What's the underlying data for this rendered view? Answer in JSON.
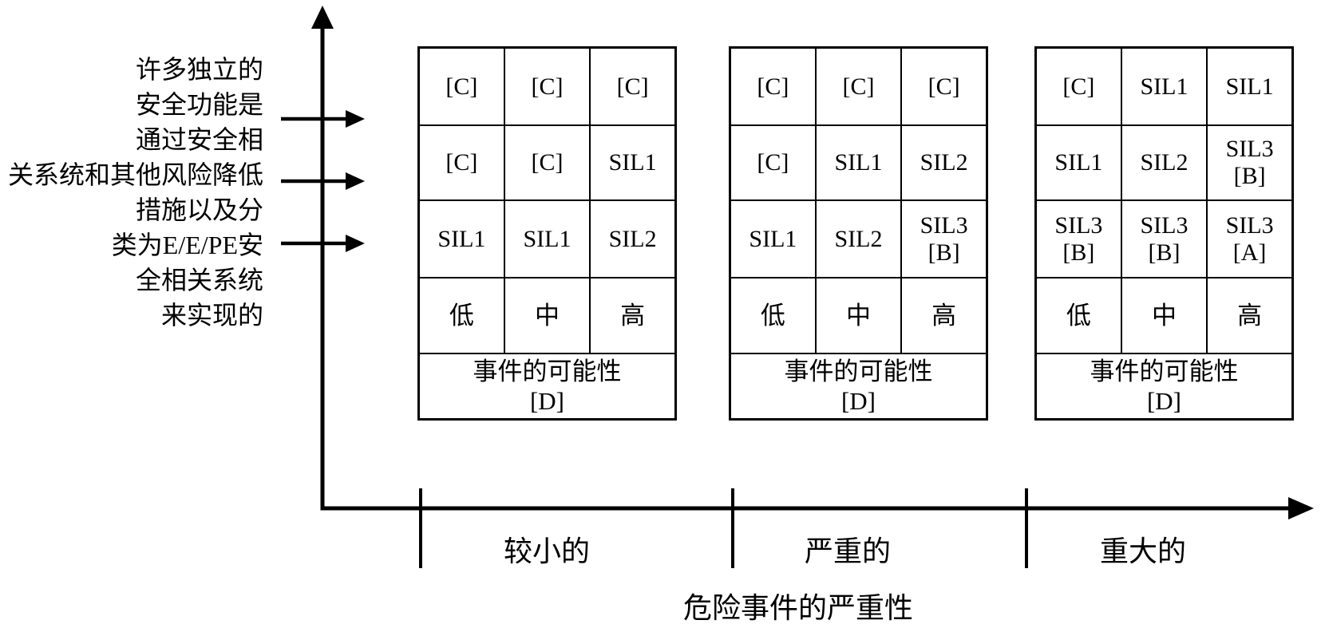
{
  "left_note": {
    "lines": [
      "许多独立的",
      "安全功能是",
      "通过安全相",
      "关系统和其他风险降低",
      "措施以及分",
      "类为E/E/PE安",
      "全相关系统",
      "来实现的"
    ]
  },
  "matrices": [
    {
      "cells": [
        [
          "[C]",
          "[C]",
          "[C]"
        ],
        [
          "[C]",
          "[C]",
          "SIL1"
        ],
        [
          "SIL1",
          "SIL1",
          "SIL2"
        ]
      ],
      "likelihood": [
        "低",
        "中",
        "高"
      ],
      "footer": "事件的可能性\n[D]"
    },
    {
      "cells": [
        [
          "[C]",
          "[C]",
          "[C]"
        ],
        [
          "[C]",
          "SIL1",
          "SIL2"
        ],
        [
          "SIL1",
          "SIL2",
          "SIL3\n[B]"
        ]
      ],
      "likelihood": [
        "低",
        "中",
        "高"
      ],
      "footer": "事件的可能性\n[D]"
    },
    {
      "cells": [
        [
          "[C]",
          "SIL1",
          "SIL1"
        ],
        [
          "SIL1",
          "SIL2",
          "SIL3\n[B]"
        ],
        [
          "SIL3\n[B]",
          "SIL3\n[B]",
          "SIL3\n[A]"
        ]
      ],
      "likelihood": [
        "低",
        "中",
        "高"
      ],
      "footer": "事件的可能性\n[D]"
    }
  ],
  "x_axis": {
    "labels": [
      "较小的",
      "严重的",
      "重大的"
    ],
    "title": "危险事件的严重性"
  },
  "colors": {
    "ink": "#000000",
    "background": "#ffffff"
  }
}
